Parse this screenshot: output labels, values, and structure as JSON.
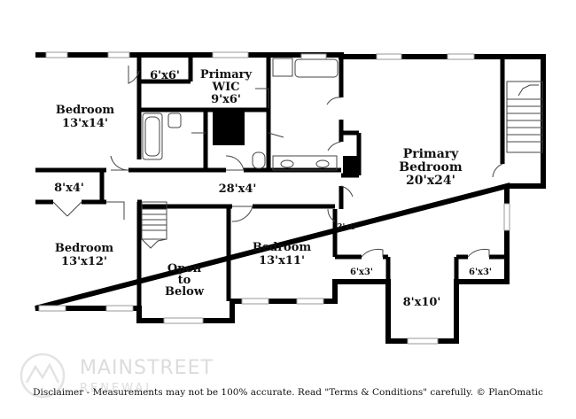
{
  "rooms": {
    "bedroom_nw": {
      "name": "Bedroom",
      "size": "13'x14'"
    },
    "closet_6x6": {
      "size": "6'x6'"
    },
    "primary_wic": {
      "name_line1": "Primary",
      "name_line2": "WIC",
      "size": "9'x6'"
    },
    "primary_bedroom": {
      "name_line1": "Primary",
      "name_line2": "Bedroom",
      "size": "20'x24'"
    },
    "closet_8x4": {
      "size": "8'x4'"
    },
    "hall": {
      "size": "28'x4'"
    },
    "closet_3x6": {
      "size": "3'x6'"
    },
    "bedroom_sw": {
      "name": "Bedroom",
      "size": "13'x12'"
    },
    "open_to_below": {
      "line1": "Open",
      "line2": "to",
      "line3": "Below"
    },
    "bedroom_s": {
      "name": "Bedroom",
      "size": "13'x11'"
    },
    "closet_6x3_left": {
      "size": "6'x3'"
    },
    "closet_6x3_right": {
      "size": "6'x3'"
    },
    "sitting_8x10": {
      "size": "8'x10'"
    }
  },
  "watermark": {
    "line1": "MAINSTREET",
    "line2": "RENEWAL"
  },
  "disclaimer": "Disclaimer - Measurements may not be 100% accurate. Read \"Terms & Conditions\" carefully. © PlanOmatic"
}
